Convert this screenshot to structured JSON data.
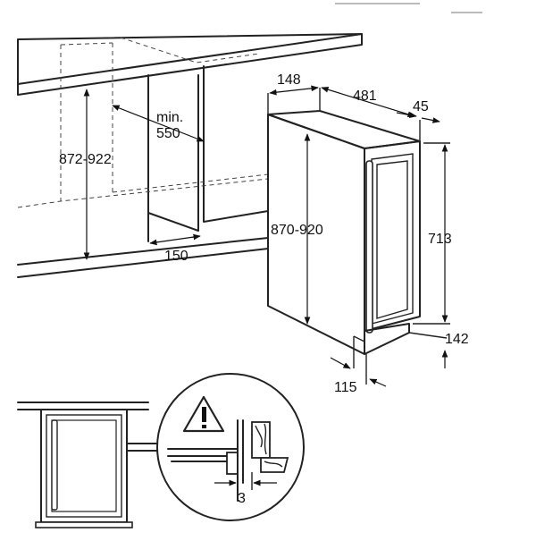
{
  "dimensions": {
    "niche_height": "872-922",
    "min_depth_label": "min.",
    "min_depth_value": "550",
    "ventilation_gap": "150",
    "appliance_width": "148",
    "appliance_depth": "481",
    "door_thickness": "45",
    "appliance_height": "870-920",
    "cabinet_height": "713",
    "plinth_height": "142",
    "plinth_depth": "115",
    "detail_gap": "3"
  },
  "icons": {
    "warning": "warning-triangle-icon"
  }
}
